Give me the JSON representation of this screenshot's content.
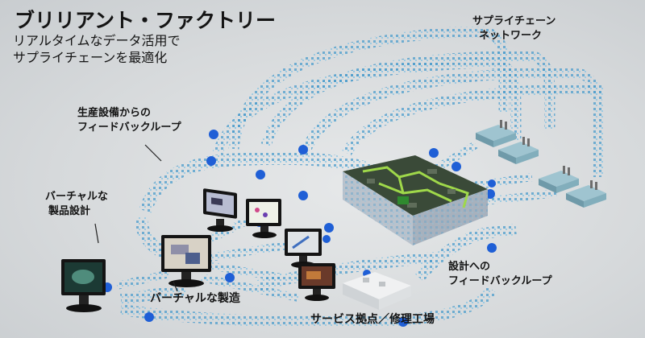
{
  "title": "ブリリアント・ファクトリー",
  "subtitle": [
    "リアルタイムなデータ活用で",
    "サプライチェーンを最適化"
  ],
  "labels": {
    "supply_chain": [
      "サプライチェーン",
      "ネットワーク"
    ],
    "feedback_production": [
      "生産設備からの",
      "フィードバックループ"
    ],
    "virtual_design": [
      "バーチャルな",
      "製品設計"
    ],
    "virtual_manufacturing": "バーチャルな製造",
    "feedback_service": [
      "設計への",
      "フィードバックループ"
    ],
    "service_hub": "サービス拠点／修理工場"
  },
  "colors": {
    "data_stream": "#7ab8d8",
    "data_node": "#1f5fd6",
    "text": "#141414",
    "factory": "#3a4a38",
    "circuit": "#9fd84a"
  },
  "icons": [
    "monitor-icon",
    "factory-floor-icon",
    "supplier-facility-icon",
    "service-center-icon"
  ]
}
